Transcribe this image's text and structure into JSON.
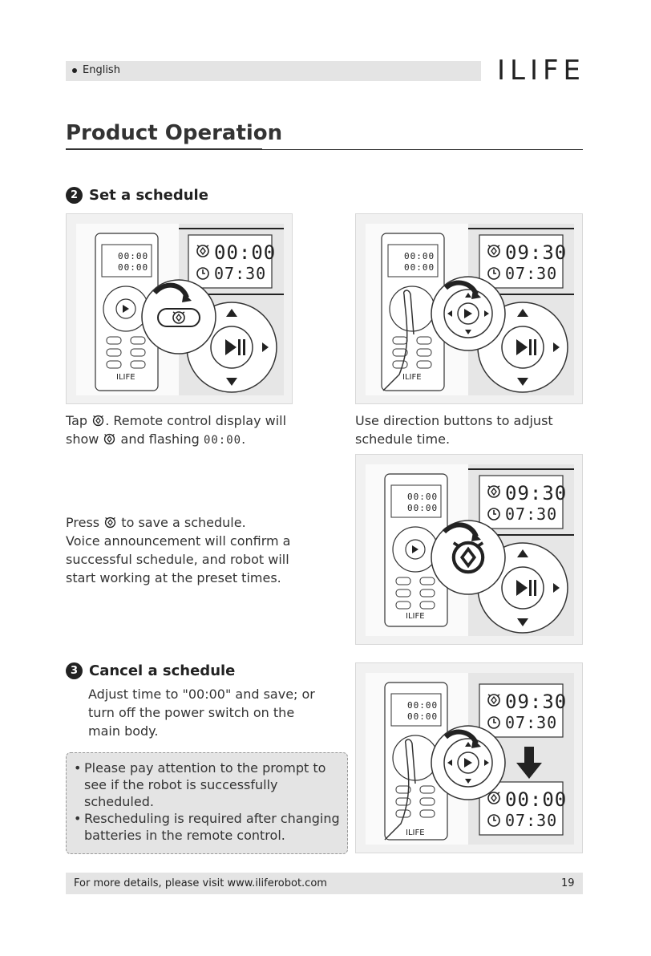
{
  "header": {
    "language": "English",
    "brand": "ILIFE"
  },
  "title": "Product Operation",
  "section2": {
    "number": "2",
    "heading": "Set a schedule",
    "tap_prefix": "Tap",
    "tap_suffix": ". Remote control display will",
    "show_prefix": "show",
    "show_suffix": "and flashing",
    "flash_digits": "00:00",
    "period": ".",
    "direction_text": "Use direction buttons to adjust schedule time.",
    "press_prefix": "Press",
    "press_suffix": "to save a schedule.",
    "press_text_rest": "Voice announcement will confirm a successful schedule, and robot will start working at the preset times."
  },
  "section3": {
    "number": "3",
    "heading": "Cancel a schedule",
    "text": "Adjust time to \"00:00\" and save; or turn off the power switch on the main body."
  },
  "notes": [
    "Please pay attention to the prompt to see if the robot is successfully scheduled.",
    "Rescheduling is required after changing batteries in the remote control."
  ],
  "panels": [
    {
      "lcd_top": "00:00",
      "lcd_bottom": "07:30",
      "remote_top": "00:00",
      "remote_bottom": "00:00",
      "remote_brand": "ILIFE"
    },
    {
      "lcd_top": "09:30",
      "lcd_bottom": "07:30",
      "remote_top": "00:00",
      "remote_bottom": "00:00",
      "remote_brand": "ILIFE"
    },
    {
      "lcd_top": "09:30",
      "lcd_bottom": "07:30",
      "remote_top": "00:00",
      "remote_bottom": "00:00",
      "remote_brand": "ILIFE"
    },
    {
      "lcd_top": "09:30",
      "lcd_bottom": "07:30",
      "lcd2_top": "00:00",
      "lcd2_bottom": "07:30",
      "remote_top": "00:00",
      "remote_bottom": "00:00",
      "remote_brand": "ILIFE"
    }
  ],
  "footer": {
    "text": "For more details, please visit www.iliferobot.com",
    "page": "19"
  }
}
